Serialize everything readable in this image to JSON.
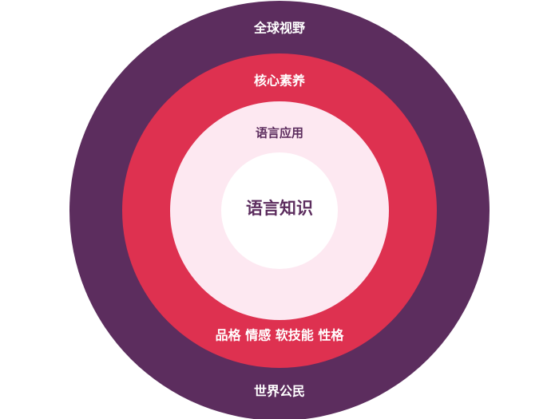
{
  "diagram": {
    "rings": [
      {
        "id": "outer",
        "color": "#5c2d5e",
        "label_top": "全球视野",
        "label_bottom": "世界公民",
        "label_color": "#ffffff"
      },
      {
        "id": "second",
        "color": "#de3150",
        "label_top": "核心素养",
        "label_bottom": "品格 情感 软技能 性格",
        "label_color": "#ffffff"
      },
      {
        "id": "third",
        "color": "#fde8f1",
        "label_top": "语言应用",
        "label_color": "#5c2d5e"
      },
      {
        "id": "core",
        "color": "#ffffff",
        "label_center": "语言知识",
        "label_color": "#5c2d5e"
      }
    ]
  }
}
